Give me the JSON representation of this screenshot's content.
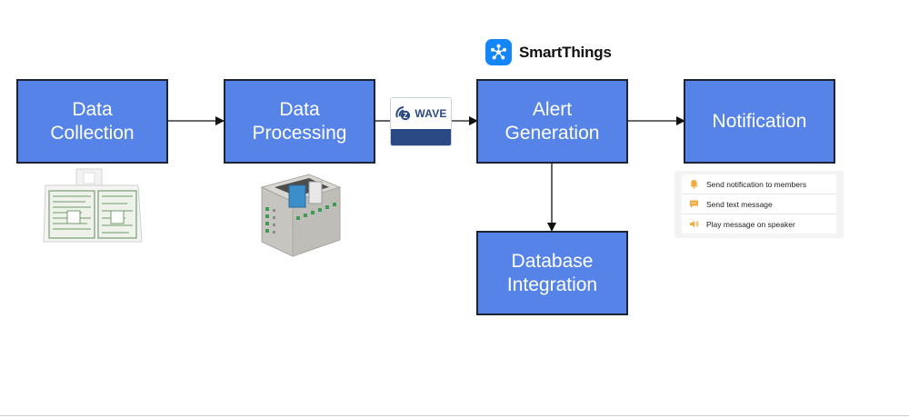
{
  "brand": {
    "name": "SmartThings",
    "logo_icon": "smartthings-hub-icon",
    "tile_color": "#1586f7"
  },
  "zwave": {
    "label": "WAVE",
    "badge_letter": "Z",
    "icon": "zwave-signal-icon",
    "color": "#2b4a85"
  },
  "colors": {
    "box_fill": "#5583e8",
    "box_border": "#1c2431",
    "arrow": "#111111"
  },
  "nodes": {
    "collection": {
      "line1": "Data",
      "line2": "Collection"
    },
    "processing": {
      "line1": "Data",
      "line2": "Processing"
    },
    "alert": {
      "line1": "Alert",
      "line2": "Generation"
    },
    "notification": {
      "line1": "Notification"
    },
    "database": {
      "line1": "Database",
      "line2": "Integration"
    }
  },
  "photos": {
    "sensor_pad": {
      "icon": "bed-sensor-pad-photo"
    },
    "controller": {
      "icon": "din-rail-controller-photo"
    }
  },
  "notifications": [
    {
      "label": "Send notification to members",
      "icon": "bell-icon"
    },
    {
      "label": "Send text message",
      "icon": "message-icon"
    },
    {
      "label": "Play message on speaker",
      "icon": "speaker-icon"
    }
  ]
}
